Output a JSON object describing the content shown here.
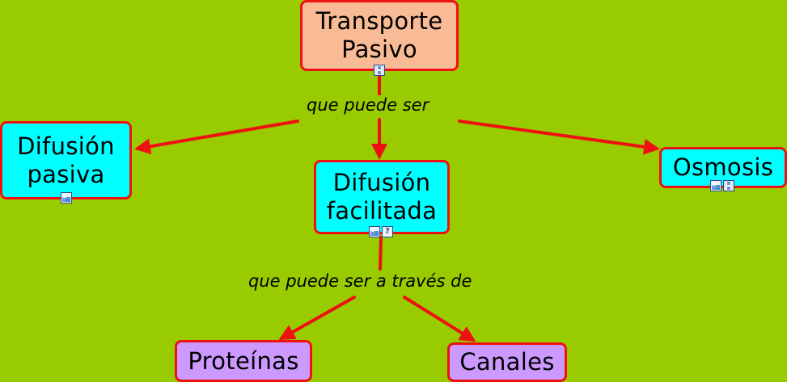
{
  "concept_map": {
    "colors": {
      "background": "#99cc00",
      "border": "#ee1111",
      "arrow": "#ee1111",
      "root_fill": "#f9bb96",
      "concept_fill": "#00ffff",
      "leaf_fill": "#cc99ff"
    },
    "nodes": {
      "transporte_pasivo": {
        "label": "Transporte\nPasivo",
        "icons": [
          "film-icon"
        ]
      },
      "difusion_pasiva": {
        "label": "Difusión\npasiva",
        "icons": [
          "image-icon"
        ]
      },
      "difusion_facilitada": {
        "label": "Difusión\nfacilitada",
        "icons": [
          "image-icon",
          "doc-icon"
        ]
      },
      "osmosis": {
        "label": "Osmosis",
        "icons": [
          "image-icon",
          "film-icon"
        ]
      },
      "proteinas": {
        "label": "Proteínas",
        "icons": []
      },
      "canales": {
        "label": "Canales",
        "icons": []
      }
    },
    "linking_phrases": {
      "que_puede_ser": "que puede ser",
      "que_puede_ser_a_traves_de": "que puede ser a través de"
    },
    "doc_icon_glyph": "?"
  }
}
